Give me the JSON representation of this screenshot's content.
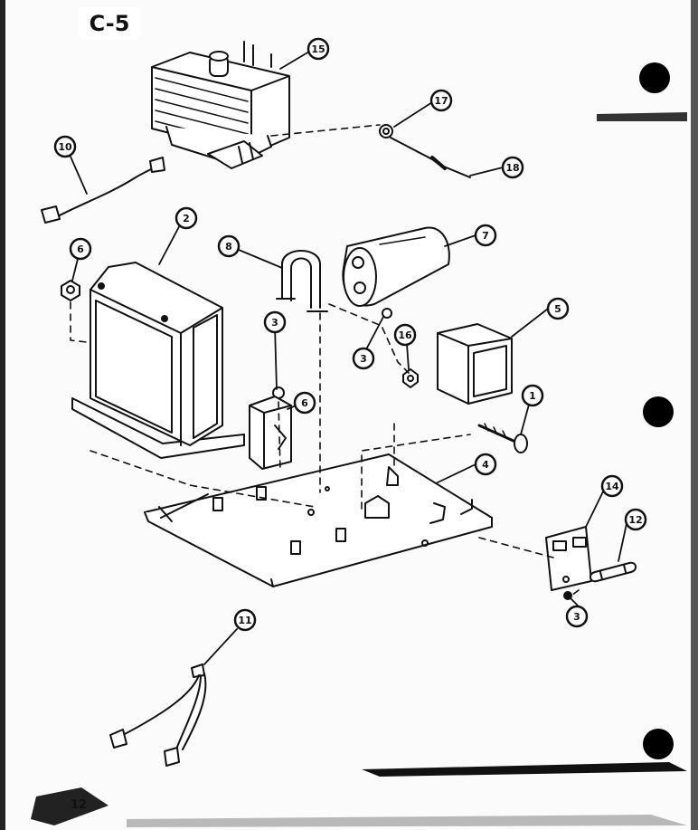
{
  "page_label": "C-5",
  "page_number": "12",
  "callouts": [
    {
      "id": "magnetron",
      "label": "15"
    },
    {
      "id": "nut-magnetron",
      "label": "17"
    },
    {
      "id": "wire-magnetron",
      "label": "18"
    },
    {
      "id": "wire-left",
      "label": "10"
    },
    {
      "id": "transformer",
      "label": "2"
    },
    {
      "id": "nut-transformer",
      "label": "6"
    },
    {
      "id": "bracket",
      "label": "8"
    },
    {
      "id": "capacitor",
      "label": "7"
    },
    {
      "id": "screw-left",
      "label": "3"
    },
    {
      "id": "screw-mid",
      "label": "3"
    },
    {
      "id": "nut-mid",
      "label": "16"
    },
    {
      "id": "block-right",
      "label": "5"
    },
    {
      "id": "diode-holder",
      "label": "6"
    },
    {
      "id": "bolt",
      "label": "1"
    },
    {
      "id": "base-plate",
      "label": "4"
    },
    {
      "id": "fuse-holder",
      "label": "14"
    },
    {
      "id": "fuse",
      "label": "12"
    },
    {
      "id": "screw-right",
      "label": "3"
    },
    {
      "id": "harness",
      "label": "11"
    }
  ]
}
